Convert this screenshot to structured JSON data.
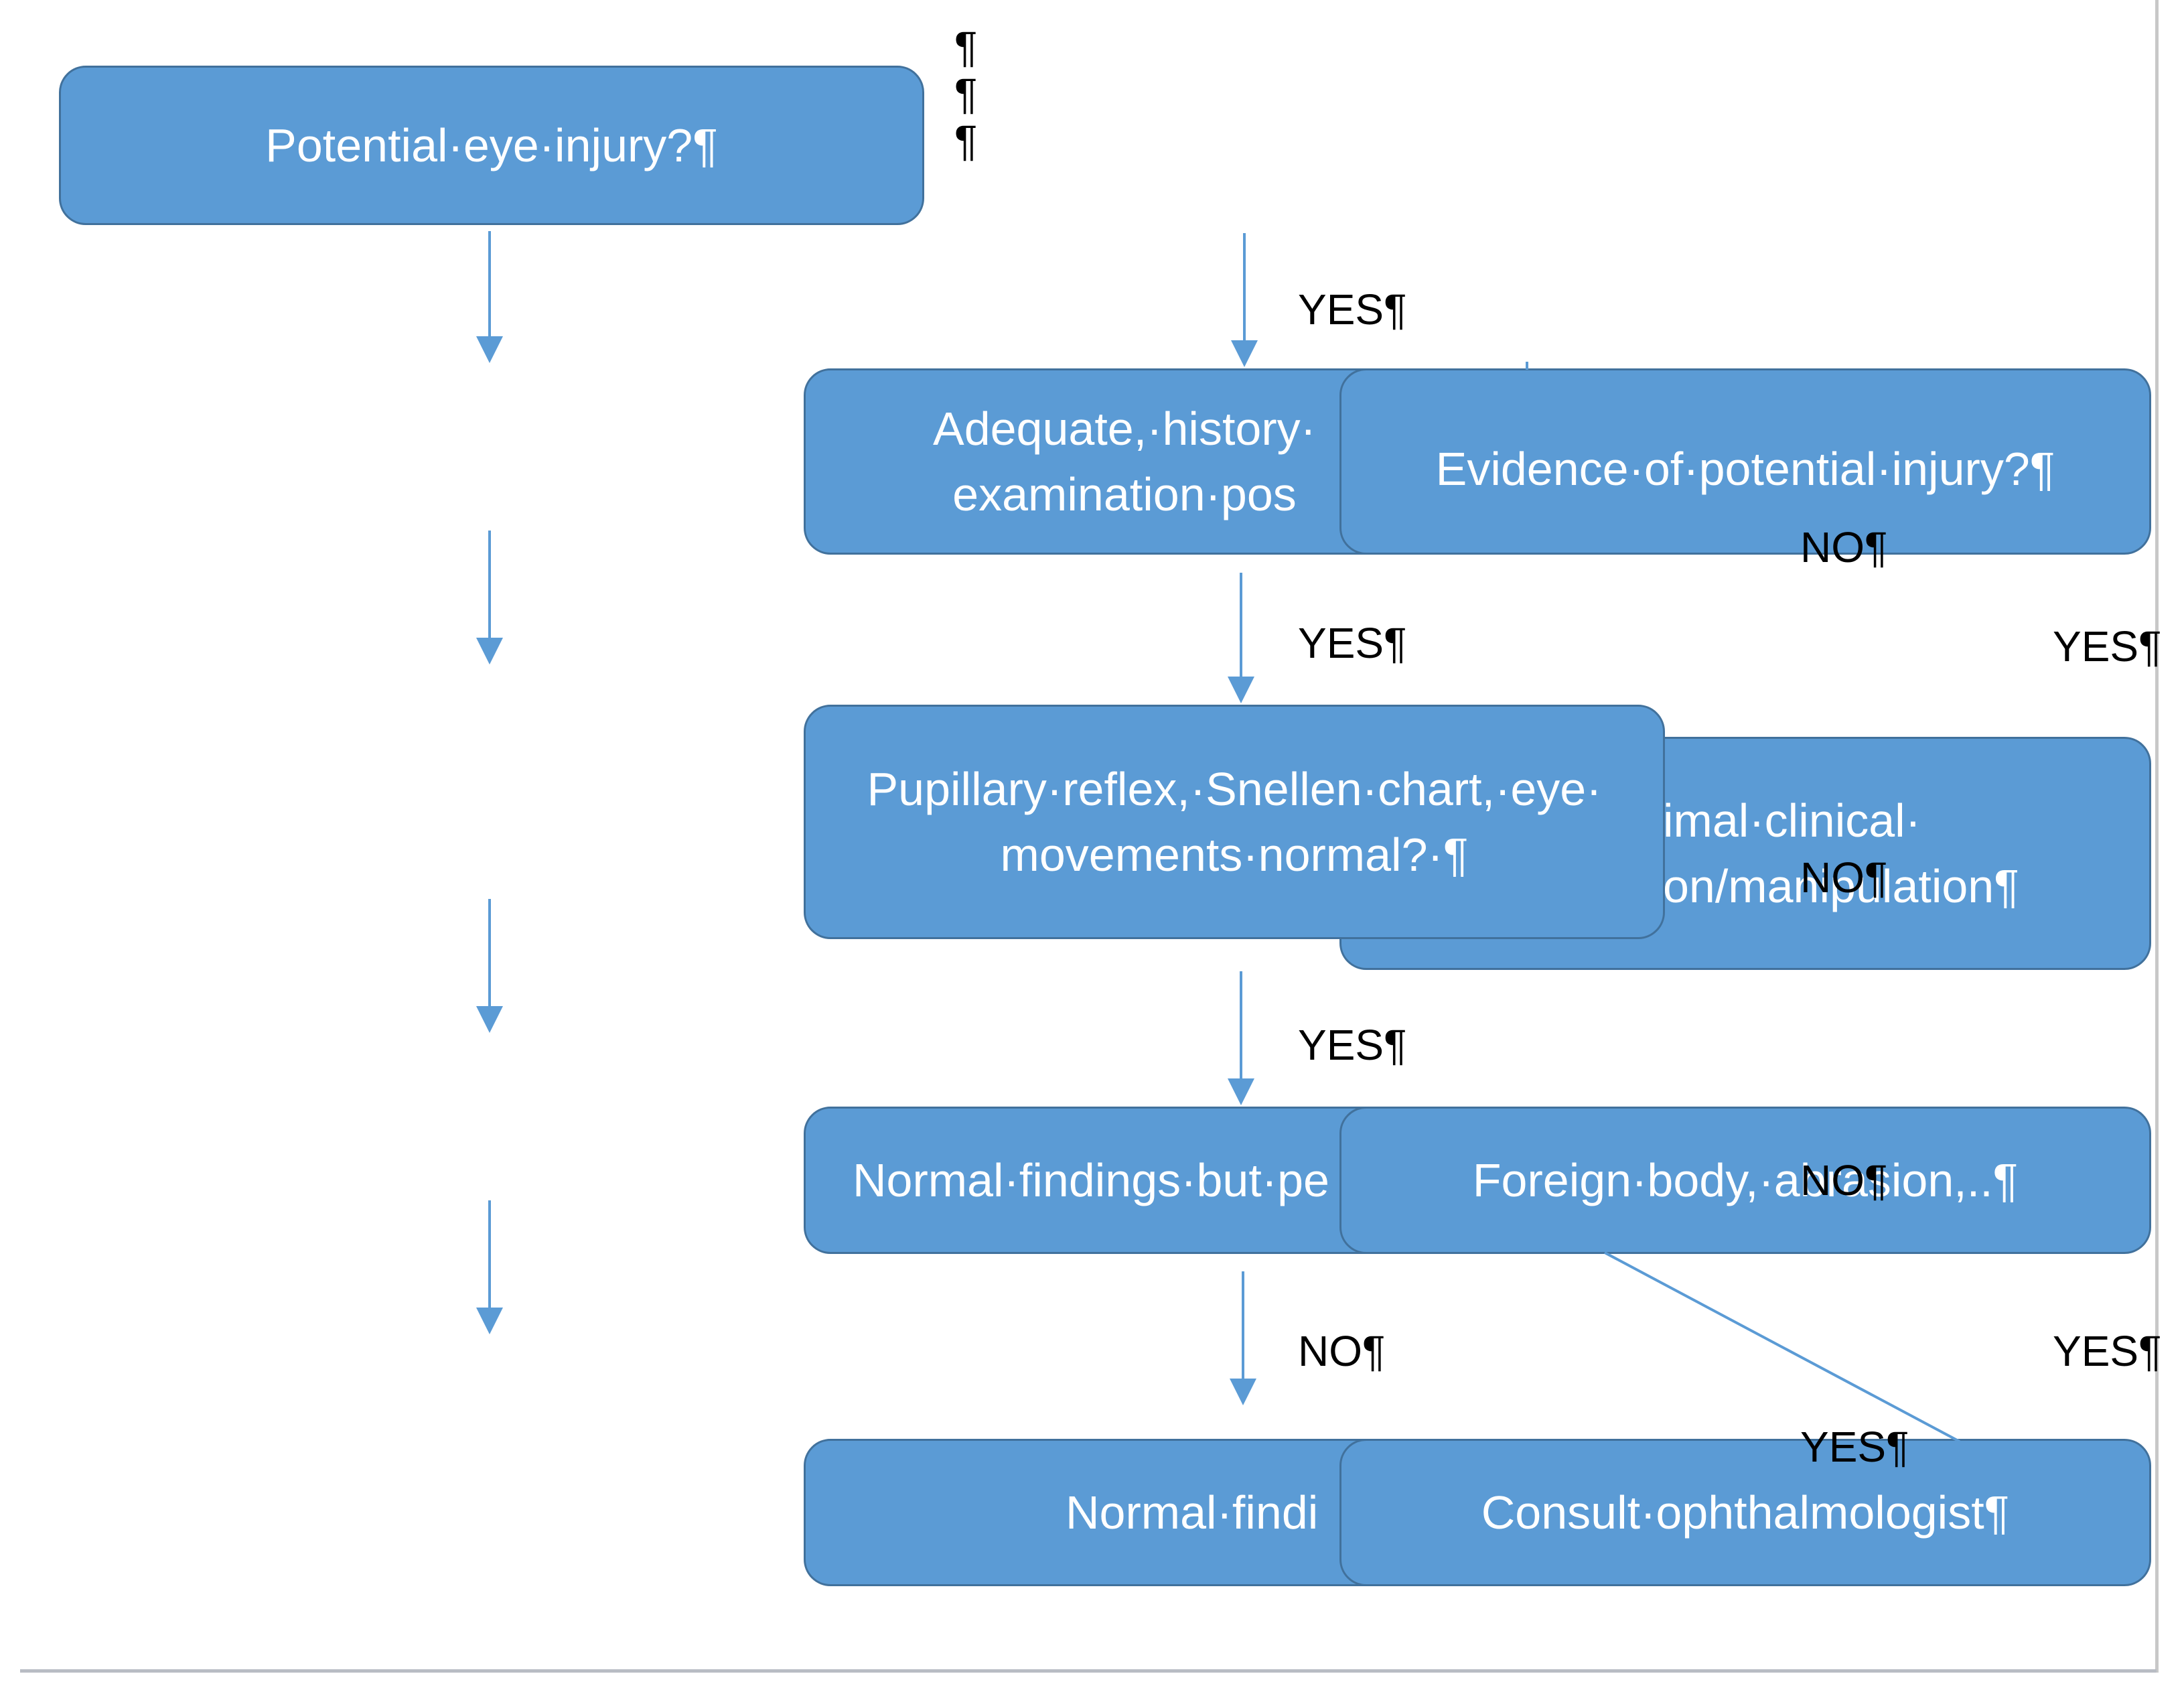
{
  "pilcrows": [
    "¶",
    "¶",
    "¶"
  ],
  "boxes": {
    "potential_injury": "Potential·eye·injury?¶",
    "adequate_history": "Adequate,·history·\nexamination·pos",
    "evidence_injury": "Evidence·of·potential·injury?¶",
    "minimal_clinical": "imal·clinical·\non/manipulation¶",
    "pupillary": "Pupillary·reflex,·Snellen·chart,·eye·\nmovements·normal?·¶",
    "normal_findings_but": "Normal·findings·but·pe",
    "foreign_body": "Foreign·body,·abrasion,..¶",
    "normal_findings": "Normal·findi",
    "consult": "Consult·ophthalmologist¶"
  },
  "labels": {
    "yes_1": "YES¶",
    "yes_2": "YES¶",
    "yes_3": "YES¶",
    "no_1": "NO¶",
    "no_evidence": "NO¶",
    "yes_right_1": "YES¶",
    "no_minimal": "NO¶",
    "no_foreign": "NO¶",
    "yes_right_2": "YES¶",
    "yes_consult": "YES¶"
  },
  "colors": {
    "box_fill": "#5b9bd5",
    "box_border": "#41719c",
    "arrow": "#5b9bd5",
    "text_on_box": "#ffffff",
    "label_text": "#000000"
  }
}
